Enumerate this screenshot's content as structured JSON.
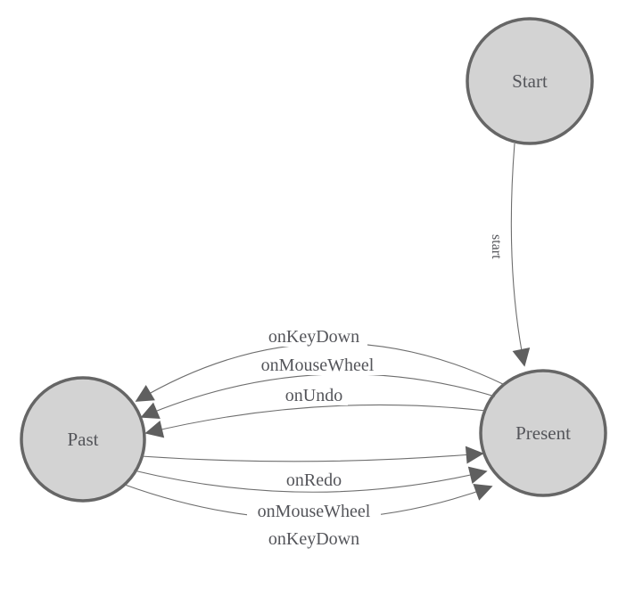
{
  "diagram": {
    "type": "state-machine",
    "colors": {
      "background": "#ffffff",
      "node_fill": "#d3d3d3",
      "node_stroke": "#666666",
      "edge_stroke": "#6e6e6e",
      "arrow_fill": "#5f5f5f",
      "label_color": "#54555a"
    },
    "nodes": [
      {
        "id": "start",
        "label": "Start"
      },
      {
        "id": "present",
        "label": "Present"
      },
      {
        "id": "past",
        "label": "Past"
      }
    ],
    "edges": [
      {
        "from": "Start",
        "to": "Present",
        "label": "start"
      },
      {
        "from": "Present",
        "to": "Past",
        "label": "onKeyDown"
      },
      {
        "from": "Present",
        "to": "Past",
        "label": "onMouseWheel"
      },
      {
        "from": "Present",
        "to": "Past",
        "label": "onUndo"
      },
      {
        "from": "Past",
        "to": "Present",
        "label": "onRedo"
      },
      {
        "from": "Past",
        "to": "Present",
        "label": "onMouseWheel"
      },
      {
        "from": "Past",
        "to": "Present",
        "label": "onKeyDown"
      }
    ],
    "icons": {
      "arrowhead": "filled-triangle"
    }
  }
}
